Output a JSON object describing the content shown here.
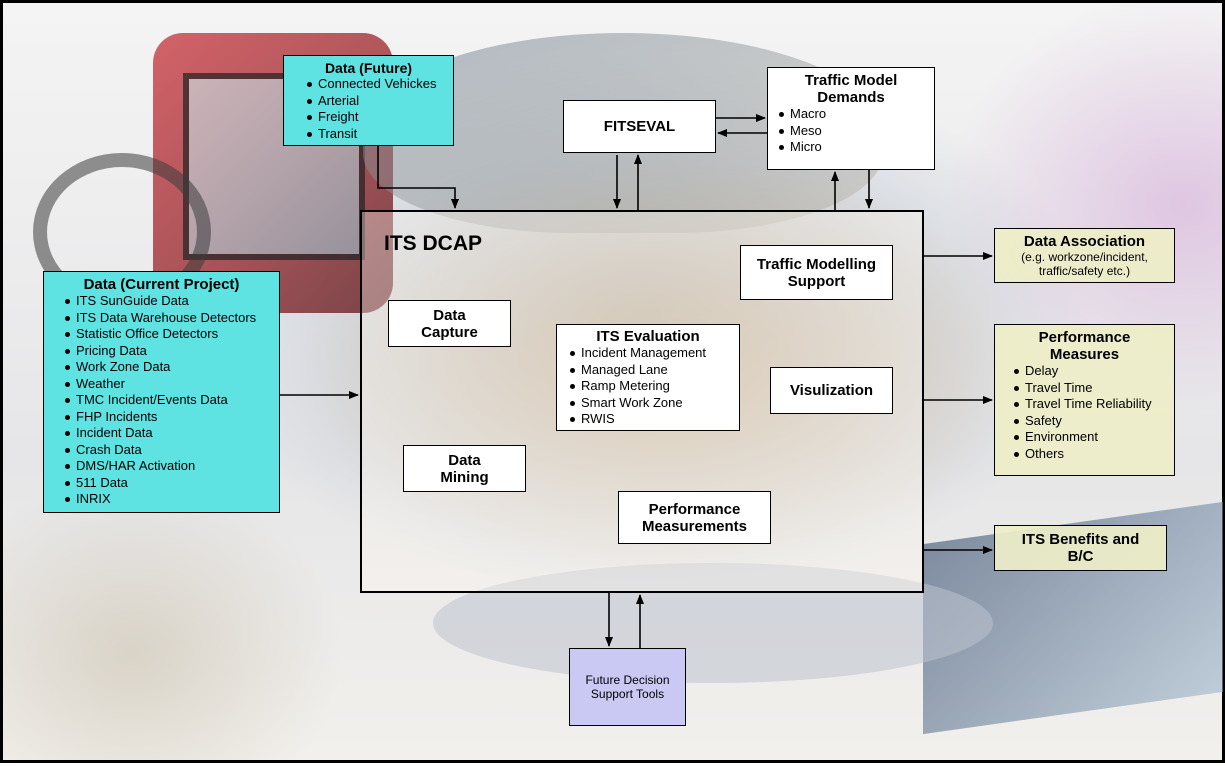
{
  "data_future": {
    "title": "Data (Future)",
    "items": [
      "Connected Vehickes",
      "Arterial",
      "Freight",
      "Transit"
    ]
  },
  "fitseval": {
    "title": "FITSEVAL"
  },
  "traffic_model_demands": {
    "title_line1": "Traffic Model",
    "title_line2": "Demands",
    "items": [
      "Macro",
      "Meso",
      "Micro"
    ]
  },
  "its_dcap": {
    "title": "ITS DCAP"
  },
  "traffic_modelling_support": {
    "line1": "Traffic Modelling",
    "line2": "Support"
  },
  "data_capture": {
    "line1": "Data",
    "line2": "Capture"
  },
  "its_evaluation": {
    "title": "ITS Evaluation",
    "items": [
      "Incident  Management",
      "Managed Lane",
      "Ramp Metering",
      "Smart Work Zone",
      "RWIS"
    ]
  },
  "visualization": {
    "label": "Visulization"
  },
  "data_mining": {
    "line1": "Data",
    "line2": "Mining"
  },
  "performance_measurements": {
    "line1": "Performance",
    "line2": "Measurements"
  },
  "data_current": {
    "title": "Data (Current Project)",
    "items": [
      "ITS SunGuide Data",
      "ITS Data Warehouse Detectors",
      "Statistic Office Detectors",
      "Pricing Data",
      "Work Zone Data",
      "Weather",
      "TMC Incident/Events Data",
      "FHP Incidents",
      "Incident Data",
      "Crash Data",
      "DMS/HAR Activation",
      "511 Data",
      "INRIX"
    ]
  },
  "data_association": {
    "title": "Data Association",
    "subtitle_line1": "(e.g. workzone/incident,",
    "subtitle_line2": "traffic/safety etc.)"
  },
  "performance_measures": {
    "title_line1": "Performance",
    "title_line2": "Measures",
    "items": [
      "Delay",
      "Travel Time",
      "Travel Time Reliability",
      "Safety",
      "Environment",
      "Others"
    ]
  },
  "its_benefits": {
    "line1": "ITS Benefits and",
    "line2": "B/C"
  },
  "future_decision": {
    "line1": "Future Decision",
    "line2": "Support Tools"
  }
}
